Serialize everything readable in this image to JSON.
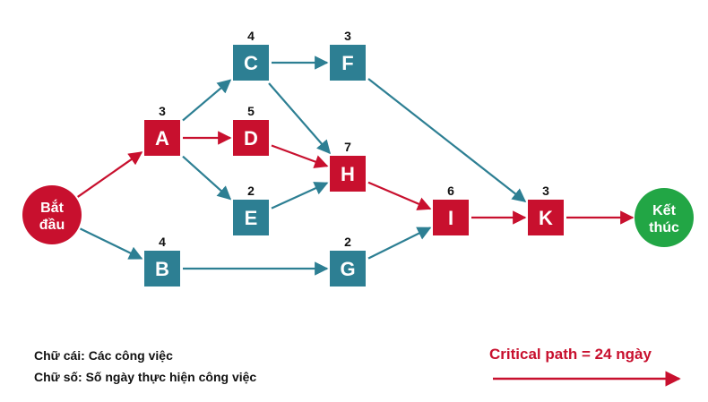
{
  "colors": {
    "critical": "#c8102e",
    "normal": "#2d7f93",
    "end": "#22a645"
  },
  "start": {
    "line1": "Bắt",
    "line2": "đầu"
  },
  "end": {
    "line1": "Kết",
    "line2": "thúc"
  },
  "tasks": [
    {
      "id": "A",
      "duration": "3",
      "critical": true
    },
    {
      "id": "B",
      "duration": "4",
      "critical": false
    },
    {
      "id": "C",
      "duration": "4",
      "critical": false
    },
    {
      "id": "D",
      "duration": "5",
      "critical": true
    },
    {
      "id": "E",
      "duration": "2",
      "critical": false
    },
    {
      "id": "F",
      "duration": "3",
      "critical": false
    },
    {
      "id": "G",
      "duration": "2",
      "critical": false
    },
    {
      "id": "H",
      "duration": "7",
      "critical": true
    },
    {
      "id": "I",
      "duration": "6",
      "critical": true
    },
    {
      "id": "K",
      "duration": "3",
      "critical": true
    }
  ],
  "edges": [
    {
      "from": "start",
      "to": "A",
      "critical": true
    },
    {
      "from": "start",
      "to": "B",
      "critical": false
    },
    {
      "from": "A",
      "to": "C",
      "critical": false
    },
    {
      "from": "A",
      "to": "D",
      "critical": true
    },
    {
      "from": "A",
      "to": "E",
      "critical": false
    },
    {
      "from": "C",
      "to": "F",
      "critical": false
    },
    {
      "from": "C",
      "to": "H",
      "critical": false
    },
    {
      "from": "D",
      "to": "H",
      "critical": true
    },
    {
      "from": "E",
      "to": "H",
      "critical": false
    },
    {
      "from": "F",
      "to": "K",
      "critical": false
    },
    {
      "from": "H",
      "to": "I",
      "critical": true
    },
    {
      "from": "B",
      "to": "G",
      "critical": false
    },
    {
      "from": "G",
      "to": "I",
      "critical": false
    },
    {
      "from": "I",
      "to": "K",
      "critical": true
    },
    {
      "from": "K",
      "to": "end",
      "critical": true
    }
  ],
  "legend": {
    "letters": "Chữ cái: Các công việc",
    "numbers": "Chữ số: Số ngày thực hiện công việc"
  },
  "critical_path_label": "Critical path = 24 ngày"
}
